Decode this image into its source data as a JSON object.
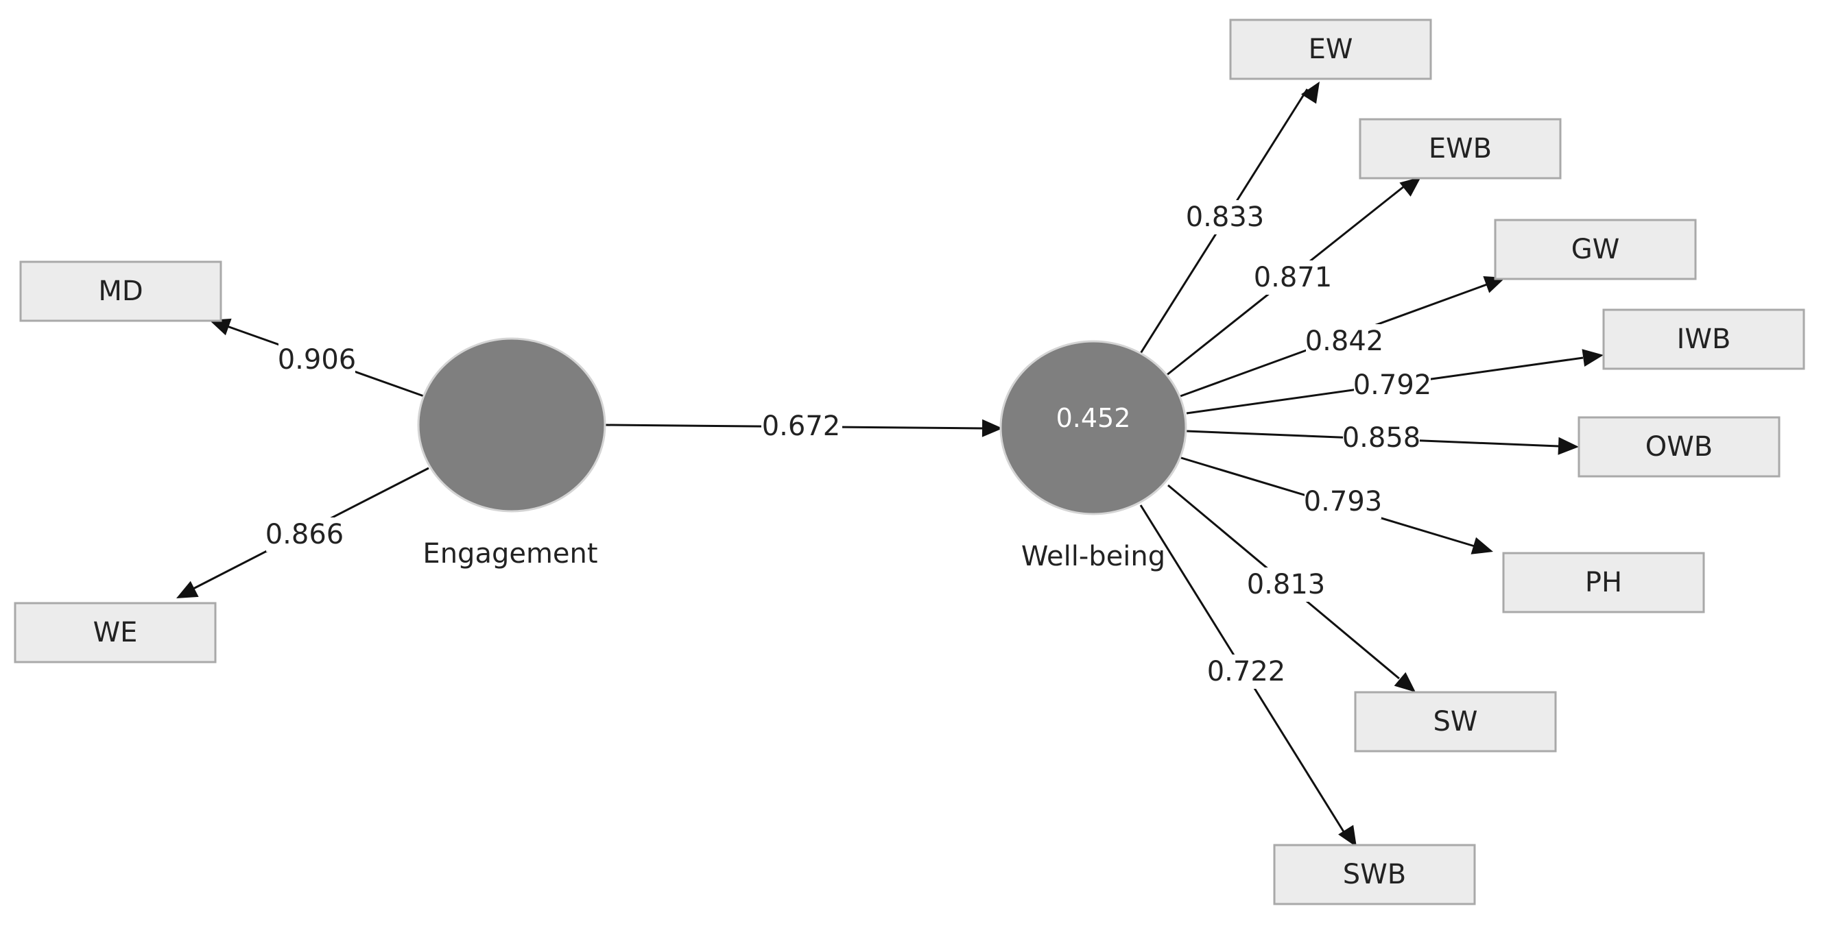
{
  "constructs": {
    "engagement": {
      "label": "Engagement",
      "value": ""
    },
    "wellbeing": {
      "label": "Well-being",
      "value": "0.452"
    }
  },
  "indicators": {
    "md": "MD",
    "we": "WE",
    "ew": "EW",
    "ewb": "EWB",
    "gw": "GW",
    "iwb": "IWB",
    "owb": "OWB",
    "ph": "PH",
    "sw": "SW",
    "swb": "SWB"
  },
  "path_coefficient": "0.672",
  "loadings": {
    "md": "0.906",
    "we": "0.866",
    "ew": "0.833",
    "ewb": "0.871",
    "gw": "0.842",
    "iwb": "0.792",
    "owb": "0.858",
    "ph": "0.793",
    "sw": "0.813",
    "swb": "0.722"
  }
}
